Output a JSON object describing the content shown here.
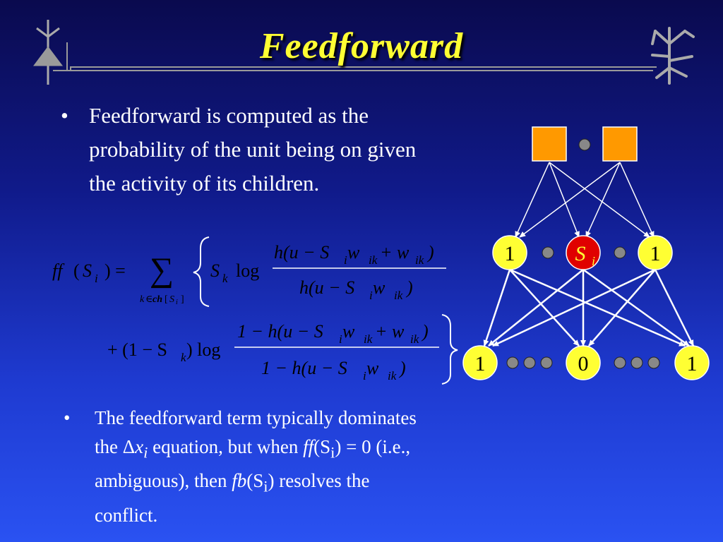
{
  "slide": {
    "title": "Feedforward",
    "bullet_symbol": "•",
    "bullet1": "Feedforward is computed as the probability of the unit being on given the activity of its children.",
    "bullet2": {
      "p1": "The feedforward term typically dominates the ",
      "delta": "Δ",
      "x": "x",
      "x_sub": "i",
      "p2": " equation, but when ",
      "ff": "ff",
      "p3": "(S",
      "s_sub": "i",
      "p4": ") = 0 (i.e., ambiguous), then ",
      "fb": "fb",
      "p5": "(S",
      "s_sub2": "i",
      "p6": ") resolves the conflict."
    }
  },
  "formula": {
    "ff": "ff",
    "lparen": "(",
    "S": "S",
    "i": "i",
    "rparen_eq": ") =",
    "sigma": "∑",
    "sum_k": "k",
    "sum_in": "∈",
    "sum_ch": "ch",
    "sum_br": "[",
    "sum_S": "S",
    "sum_i": "i",
    "sum_close": "]",
    "line1_Sk": "S",
    "line1_k": "k",
    "log": "log",
    "num1_a": "h(u − S",
    "num1_i": "i",
    "num1_w": " w",
    "num1_ik": "ik",
    "num1_plus": " + w",
    "num1_ik2": "ik",
    "num1_close": " )",
    "den1_a": "h(u − S",
    "den1_i": "i",
    "den1_w": " w",
    "den1_ik": "ik",
    "den1_close": " )",
    "line2_a": "+ (1 − S",
    "line2_k": "k",
    "line2_b": " ) log",
    "num2_a": "1 − h(u − S",
    "num2_i": "i",
    "num2_w": " w",
    "num2_ik": "ik",
    "num2_plus": " + w",
    "num2_ik2": "ik",
    "num2_close": " )",
    "den2_a": "1 − h(u − S",
    "den2_i": "i",
    "den2_w": " w",
    "den2_ik": "ik",
    "den2_close": " )"
  },
  "network": {
    "middle_left": "1",
    "middle_center": "S",
    "middle_center_sub": "i",
    "middle_right": "1",
    "bottom_left": "1",
    "bottom_center": "0",
    "bottom_right": "1"
  },
  "colors": {
    "title": "#ffff33",
    "parent_node": "#ff9900",
    "child_node": "#ffff33",
    "active_node": "#e00000",
    "dot": "#888888"
  }
}
